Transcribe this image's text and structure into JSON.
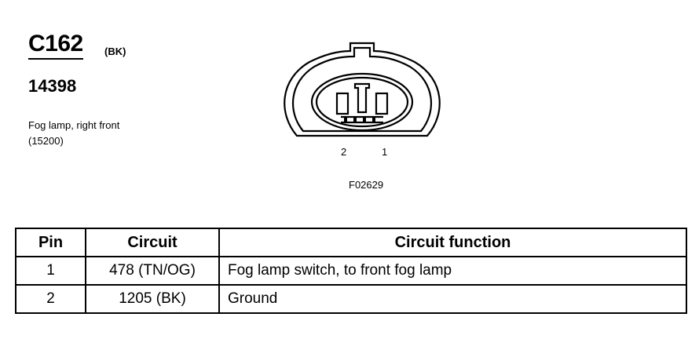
{
  "connector": {
    "id": "C162",
    "color": "(BK)",
    "part_number": "14398",
    "description": "Fog lamp, right front",
    "description_ref": "(15200)",
    "pin_labels": [
      "2",
      "1"
    ],
    "figure_ref": "F02629"
  },
  "table": {
    "headers": [
      "Pin",
      "Circuit",
      "Circuit function"
    ],
    "rows": [
      {
        "pin": "1",
        "circuit": "478 (TN/OG)",
        "function": "Fog lamp switch, to front fog lamp"
      },
      {
        "pin": "2",
        "circuit": "1205 (BK)",
        "function": "Ground"
      }
    ]
  }
}
